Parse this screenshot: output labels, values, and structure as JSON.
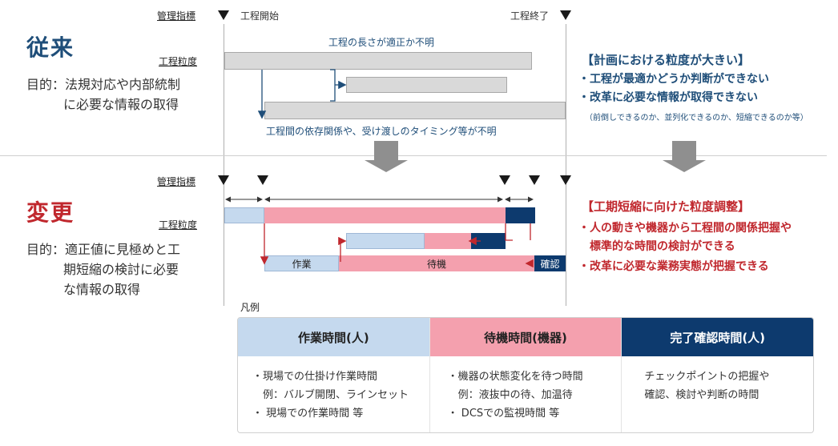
{
  "top_markers": {
    "management_label": "管理指標",
    "start_label": "工程開始",
    "end_label": "工程終了"
  },
  "legacy": {
    "title": "従来",
    "granularity_label": "工程粒度",
    "note_top": "工程の長さが適正か不明",
    "note_bottom": "工程間の依存関係や、受け渡しのタイミング等が不明",
    "purpose_line1": "目的：法規対応や内部統制",
    "purpose_line2": "に必要な情報の取得",
    "issue_head": "【計画における粒度が大きい】",
    "issue_items": [
      "・工程が最適かどうか判断ができない",
      "・改革に必要な情報が取得できない"
    ],
    "issue_sub": "（前倒しできるのか、並列化できるのか、短縮できるのか等）"
  },
  "change": {
    "title": "変更",
    "management_label": "管理指標",
    "granularity_label": "工程粒度",
    "purpose_line1": "目的：適正値に見極めと工",
    "purpose_line2": "期短縮の検討に必要",
    "purpose_line3": "な情報の取得",
    "bar_work": "作業",
    "bar_wait": "待機",
    "bar_confirm": "確認",
    "issue_head": "【工期短縮に向けた粒度調整】",
    "issue_items": [
      "・人の動きや機器から工程間の関係把握や",
      "　標準的な時間の検討ができる",
      "・改革に必要な業務実態が把握できる"
    ]
  },
  "legend": {
    "label": "凡例",
    "columns": [
      {
        "header": "作業時間(人)",
        "lines": [
          "・現場での仕掛け作業時間",
          "　例：バルブ開閉、ラインセット",
          "・ 現場での作業時間 等"
        ]
      },
      {
        "header": "待機時間(機器)",
        "lines": [
          "・機器の状態変化を待つ時間",
          "　例：液抜中の待、加温待",
          "・ DCSでの監視時間 等"
        ]
      },
      {
        "header": "完了確認時間(人)",
        "lines": [
          "チェックポイントの把握や",
          "確認、検討や判断の時間"
        ]
      }
    ]
  },
  "colors": {
    "legacy_blue": "#1f4e79",
    "change_red": "#c0272d",
    "work_blue": "#c5d9ee",
    "wait_pink": "#f4a0ae",
    "confirm_navy": "#0d3a6e",
    "gray_bar": "#d9d9d9"
  }
}
